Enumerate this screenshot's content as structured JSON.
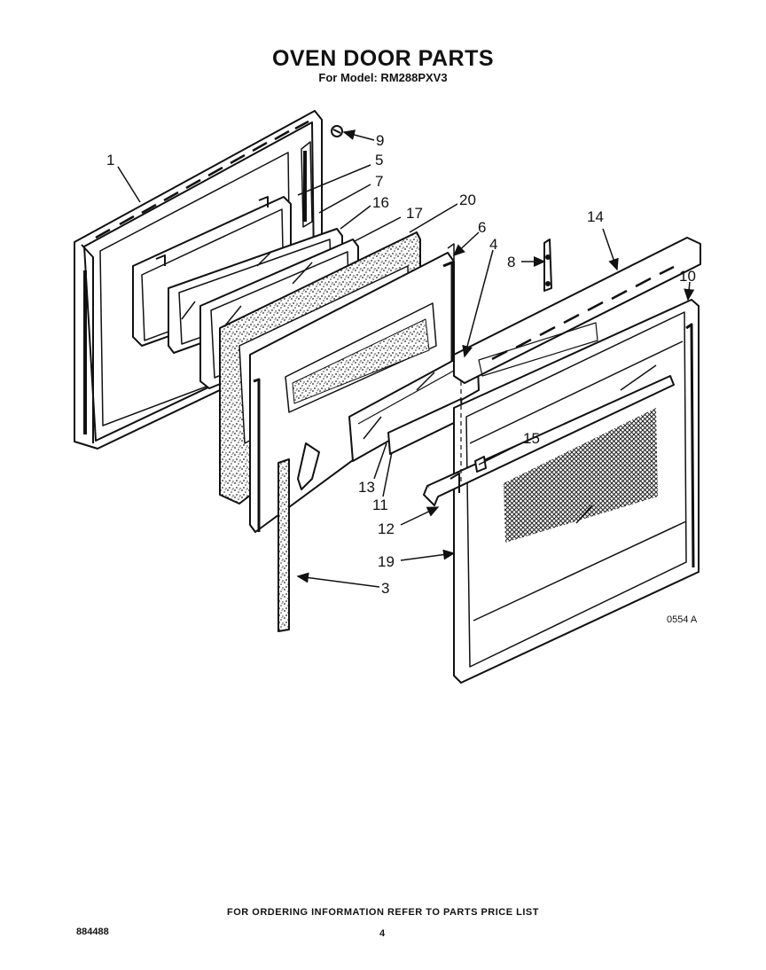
{
  "header": {
    "title": "OVEN DOOR PARTS",
    "subtitle": "For Model: RM288PXV3"
  },
  "callouts": {
    "c1": "1",
    "c3": "3",
    "c4": "4",
    "c5": "5",
    "c6": "6",
    "c7": "7",
    "c8": "8",
    "c9": "9",
    "c10": "10",
    "c11": "11",
    "c12": "12",
    "c13": "13",
    "c14": "14",
    "c15": "15",
    "c16": "16",
    "c17": "17",
    "c19": "19",
    "c20": "20"
  },
  "diagram_code": "0554 A",
  "footer": {
    "ordering_note": "FOR ORDERING INFORMATION REFER TO PARTS PRICE LIST",
    "doc_number": "884488",
    "page_number": "4"
  }
}
